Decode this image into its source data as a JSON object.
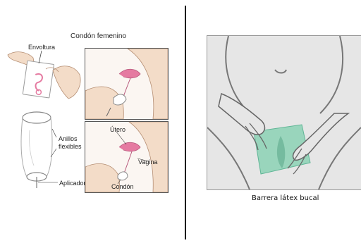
{
  "left_figure": {
    "title": "Condón femenino",
    "labels": {
      "envoltura": "Envoltura",
      "anillos": "Anillos\nflexibles",
      "anillos_line1": "Anillos",
      "anillos_line2": "flexibles",
      "aplicador": "Aplicador",
      "utero": "Útero",
      "vagina": "Vagina",
      "condon": "Condón"
    }
  },
  "right_figure": {
    "caption": "Barrera látex bucal"
  },
  "colors": {
    "skin": "#f3dcc8",
    "skin_outline": "#b58e73",
    "uterus": "#e57aa1",
    "panel_bg": "#f7f7f7",
    "right_bg": "#e6e6e6",
    "right_outline": "#777777",
    "dam_green": "#7fcfae"
  }
}
